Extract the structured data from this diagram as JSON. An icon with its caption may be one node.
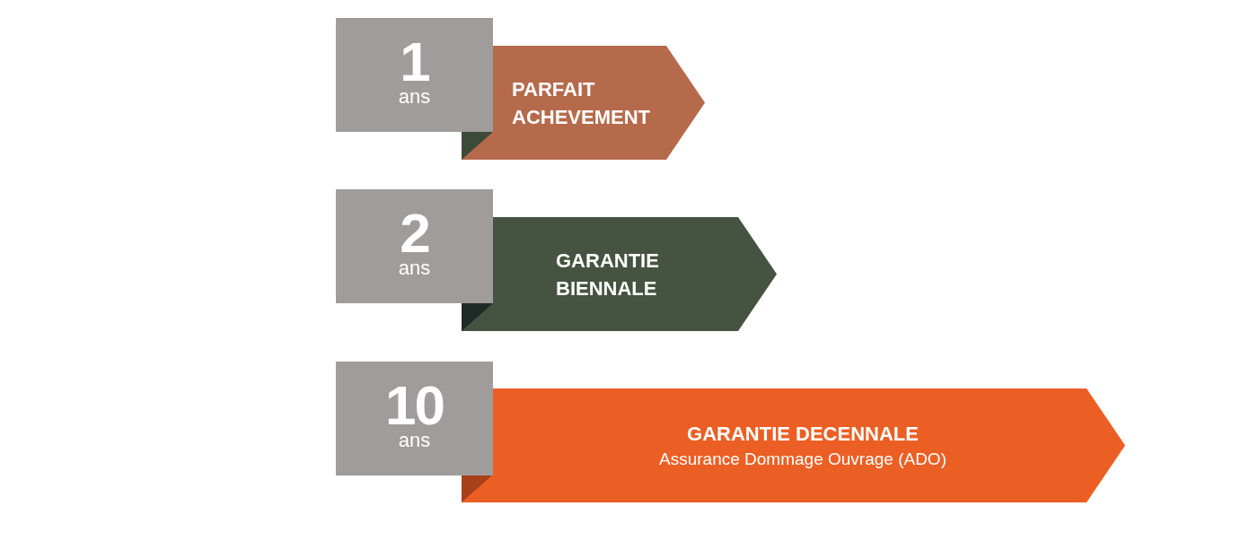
{
  "diagram": {
    "nodes": [
      {
        "text": [
          "1",
          "ans"
        ]
      },
      {
        "text": [
          "PARFAIT ACHEVEMENT"
        ]
      },
      {
        "text": [
          "2",
          "ans"
        ]
      },
      {
        "text": [
          "GARANTIE BIENNALE"
        ]
      },
      {
        "text": [
          "10",
          "ans"
        ]
      },
      {
        "text": [
          "GARANTIE DECENNALE",
          "Assurance Dommage Ouvrage (ADO)"
        ]
      }
    ]
  }
}
